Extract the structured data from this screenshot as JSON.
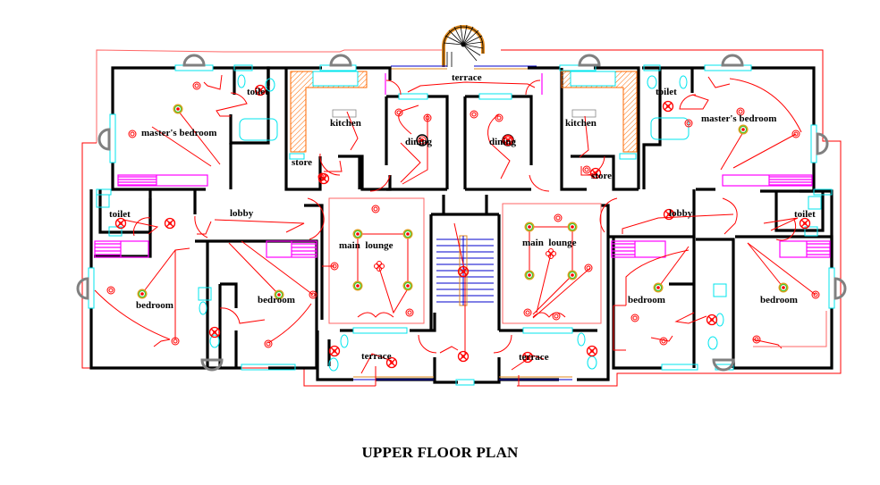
{
  "drawing": {
    "title": "UPPER FLOOR PLAN",
    "type": "electrical layout floor plan",
    "colors": {
      "walls": "#000000",
      "wiring": "#ff0000",
      "windows_fixtures": "#00e5ee",
      "wardrobes": "#ff00ff",
      "kitchen_counter": "#ff6a00",
      "spiral_stair": "#e08a1e",
      "stair_treads": "#0000cc",
      "external_lights": "#808080",
      "ceiling_light_ring": "#d9a020"
    }
  },
  "rooms": {
    "terrace_top": "terrace",
    "left": {
      "master_bedroom": "master's bedroom",
      "toilet_top": "toilet",
      "kitchen": "kitchen",
      "store": "store",
      "dining": "dining",
      "toilet_mid": "toilet",
      "lobby": "lobby",
      "bedroom_1": "bedroom",
      "bedroom_2": "bedroom",
      "main_lounge": "main  lounge",
      "terrace": "terrace"
    },
    "right": {
      "master_bedroom": "master's bedroom",
      "toilet_top": "toilet",
      "kitchen": "kitchen",
      "store": "store",
      "dining": "dining",
      "toilet_mid": "toilet",
      "lobby": "lobby",
      "bedroom_1": "bedroom",
      "bedroom_2": "bedroom",
      "main_lounge": "main  lounge",
      "terrace": "terrace"
    }
  },
  "legend_symbols": [
    "ceiling-light",
    "socket-outlet",
    "switch",
    "fan-point",
    "chandelier",
    "wall-light",
    "external-light"
  ]
}
